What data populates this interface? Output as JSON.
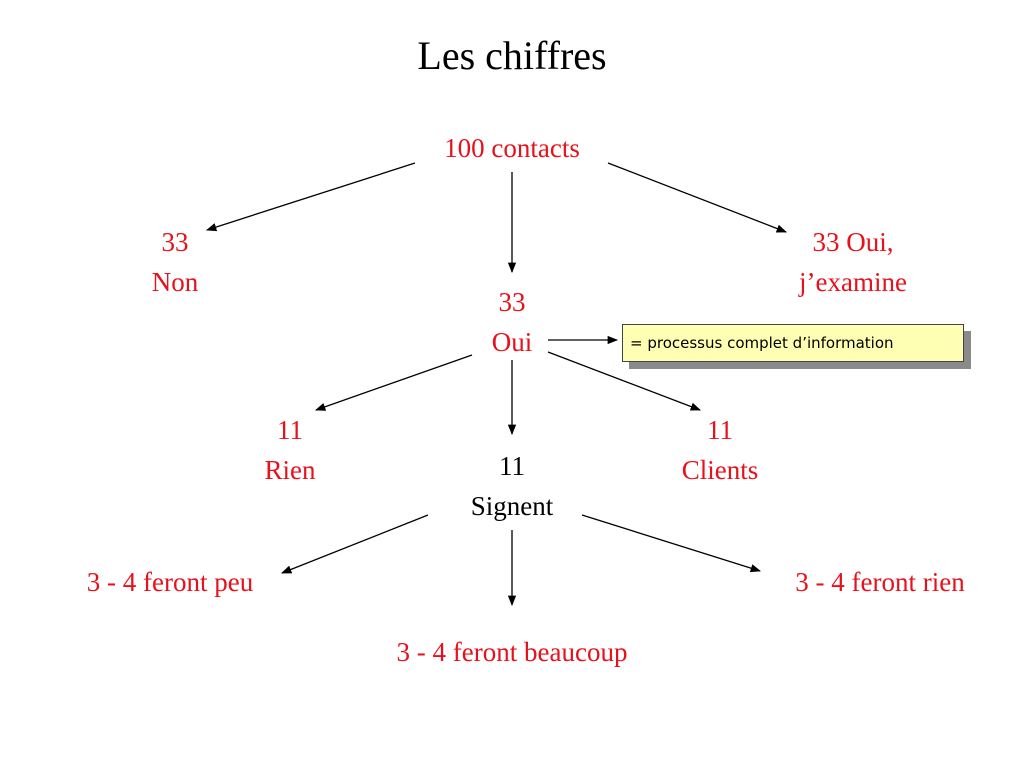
{
  "title": "Les chiffres",
  "colors": {
    "highlight": "#e8111b",
    "text": "#000000",
    "note_fill": "#ffffb4",
    "note_shadow": "#8a8a8a"
  },
  "nodes": {
    "root": {
      "line1": "100 contacts"
    },
    "non": {
      "line1": "33",
      "line2": "Non"
    },
    "oui_examine": {
      "line1": "33 Oui,",
      "line2": "j’examine"
    },
    "oui": {
      "line1": "33",
      "line2": "Oui"
    },
    "rien": {
      "line1": "11",
      "line2": "Rien"
    },
    "signent": {
      "line1": "11",
      "line2": "Signent"
    },
    "clients": {
      "line1": "11",
      "line2": "Clients"
    },
    "feront_peu": {
      "line1": "3 - 4 feront peu"
    },
    "feront_rien": {
      "line1": "3 - 4 feront rien"
    },
    "feront_beaucoup": {
      "line1": "3 - 4 feront beaucoup"
    }
  },
  "note": {
    "text": "= processus complet d’information"
  }
}
